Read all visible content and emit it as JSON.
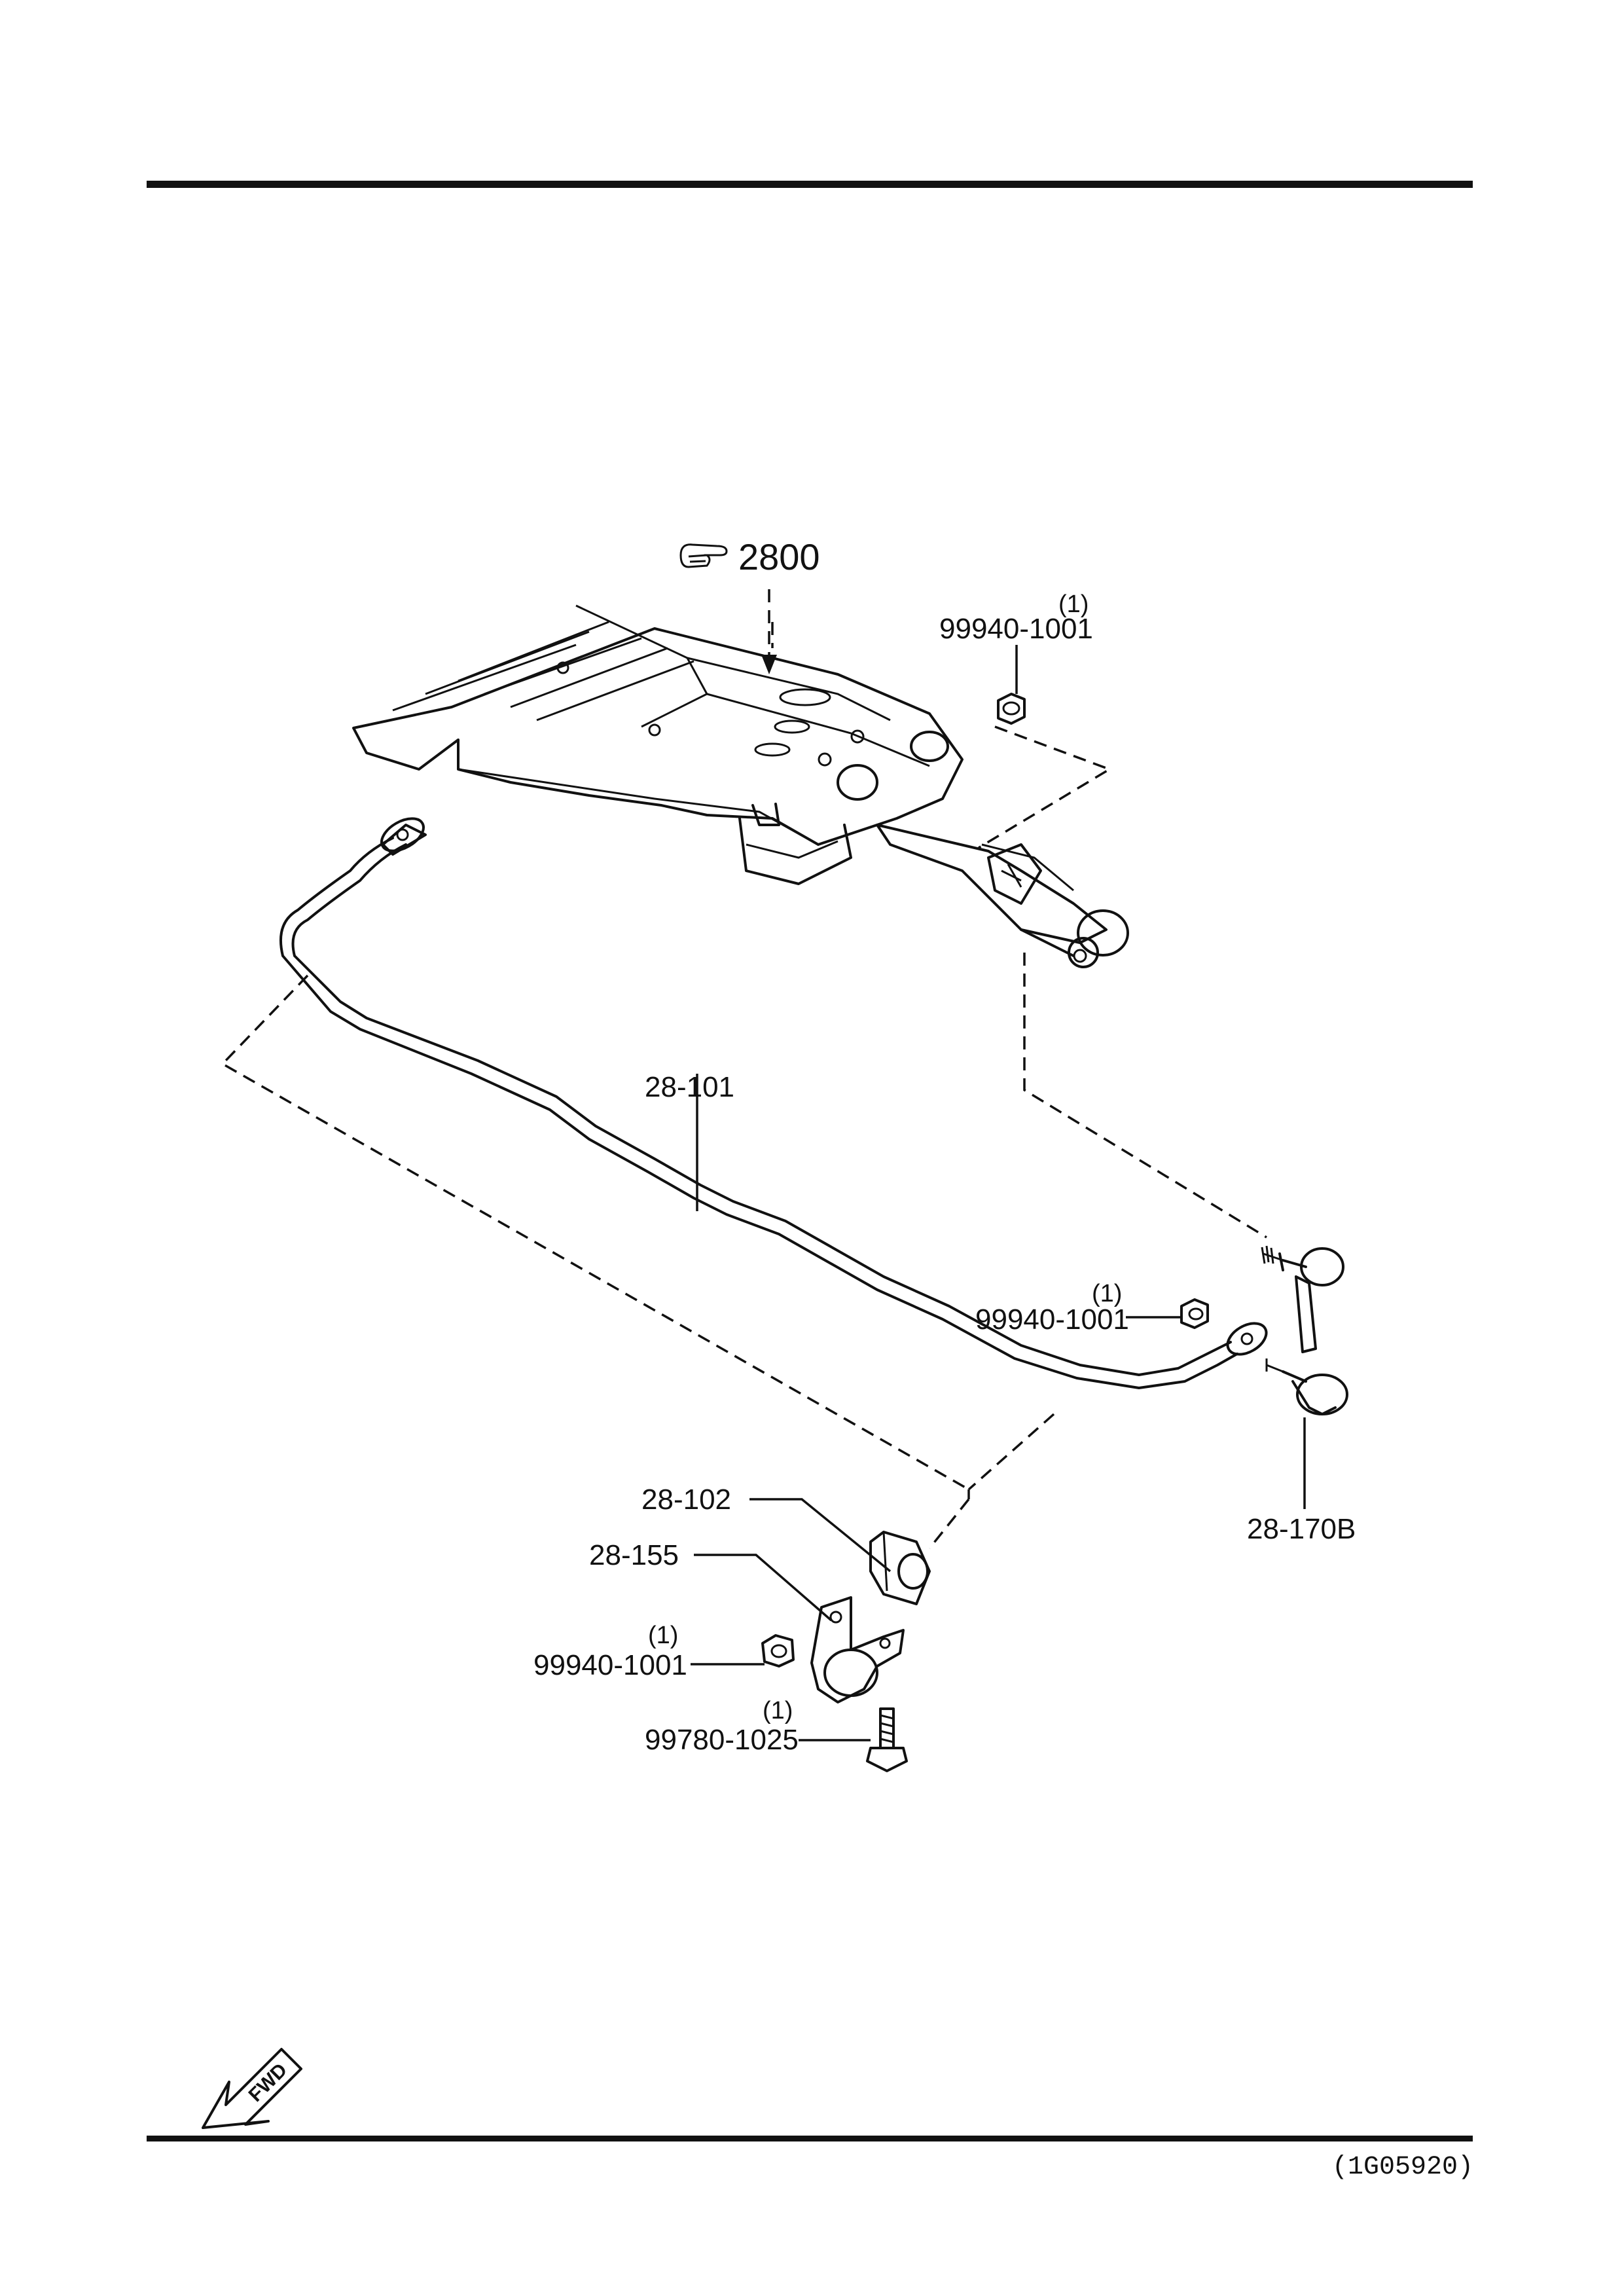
{
  "reference": {
    "section": "2800"
  },
  "parts": {
    "stabilizer": {
      "number": "28-101"
    },
    "bushing": {
      "number": "28-102"
    },
    "bracket": {
      "number": "28-155"
    },
    "control_link": {
      "number": "28-170B"
    },
    "nut_top": {
      "number": "99940-1001",
      "qty": "(1)"
    },
    "nut_end": {
      "number": "99940-1001",
      "qty": "(1)"
    },
    "nut_bracket": {
      "number": "99940-1001",
      "qty": "(1)"
    },
    "bolt": {
      "number": "99780-1025",
      "qty": "(1)"
    }
  },
  "direction": {
    "label": "FWD"
  },
  "diagram_code": "(1G05920)",
  "icons": {
    "reference": "pointing-hand-icon",
    "direction": "fwd-arrow-icon"
  }
}
